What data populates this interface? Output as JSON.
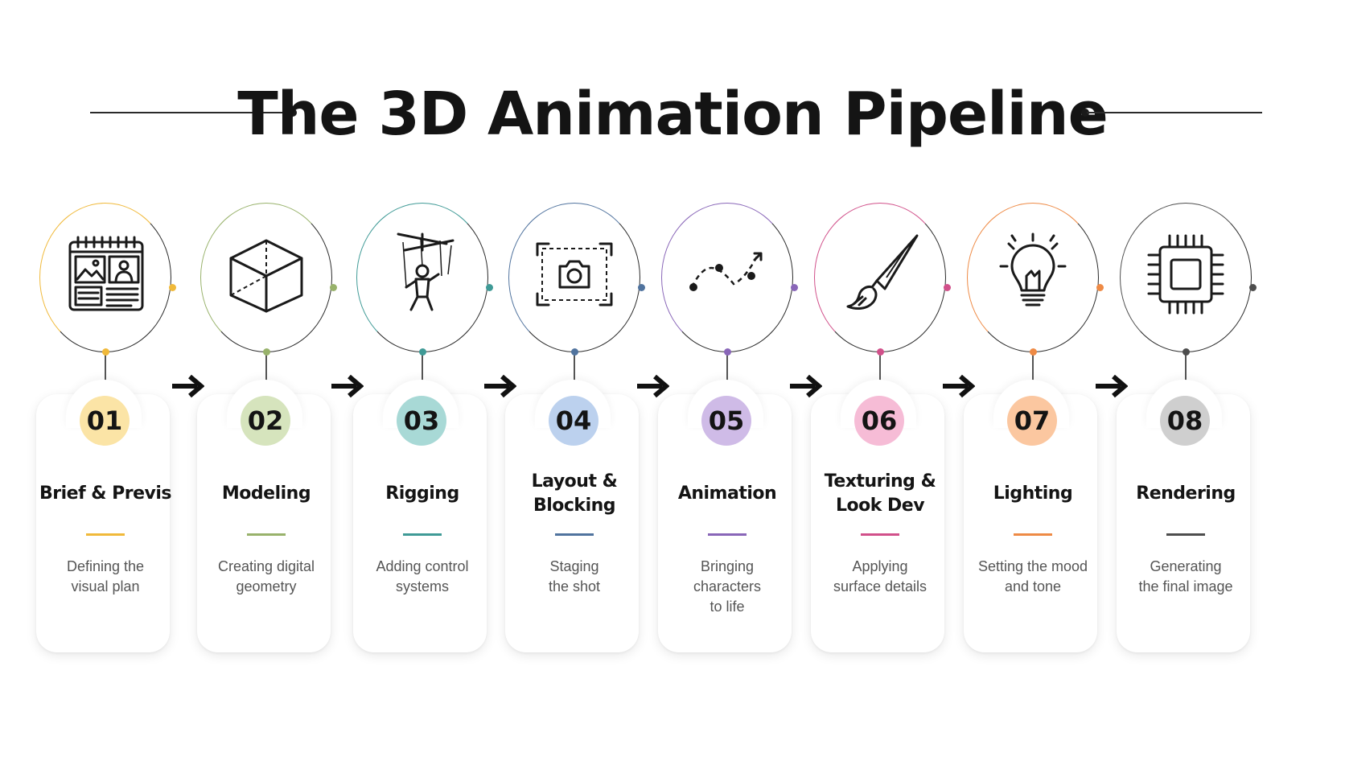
{
  "title": "The 3D Animation Pipeline",
  "stages": [
    {
      "num": "01",
      "title": "Brief & Previs",
      "desc": "Defining the\nvisual plan",
      "color": "#f0b93a",
      "light": "#fbe4a6",
      "icon": "storyboard-icon"
    },
    {
      "num": "02",
      "title": "Modeling",
      "desc": "Creating digital\ngeometry",
      "color": "#98b26b",
      "light": "#d6e4bd",
      "icon": "cube-icon"
    },
    {
      "num": "03",
      "title": "Rigging",
      "desc": "Adding control\nsystems",
      "color": "#3f9a96",
      "light": "#a8d9d6",
      "icon": "puppet-icon"
    },
    {
      "num": "04",
      "title": "Layout &\nBlocking",
      "desc": "Staging\nthe shot",
      "color": "#50739e",
      "light": "#bcd1ee",
      "icon": "camera-frame-icon"
    },
    {
      "num": "05",
      "title": "Animation",
      "desc": "Bringing\ncharacters\nto life",
      "color": "#8966b8",
      "light": "#cfbbe7",
      "icon": "motion-path-icon"
    },
    {
      "num": "06",
      "title": "Texturing &\nLook Dev",
      "desc": "Applying\nsurface details",
      "color": "#d1508a",
      "light": "#f6bcd6",
      "icon": "paintbrush-icon"
    },
    {
      "num": "07",
      "title": "Lighting",
      "desc": "Setting the mood\nand tone",
      "color": "#ee8a45",
      "light": "#fbc7a0",
      "icon": "lightbulb-icon"
    },
    {
      "num": "08",
      "title": "Rendering",
      "desc": "Generating\nthe final image",
      "color": "#4d4d4d",
      "light": "#cfcfcf",
      "icon": "processor-chip-icon"
    }
  ]
}
